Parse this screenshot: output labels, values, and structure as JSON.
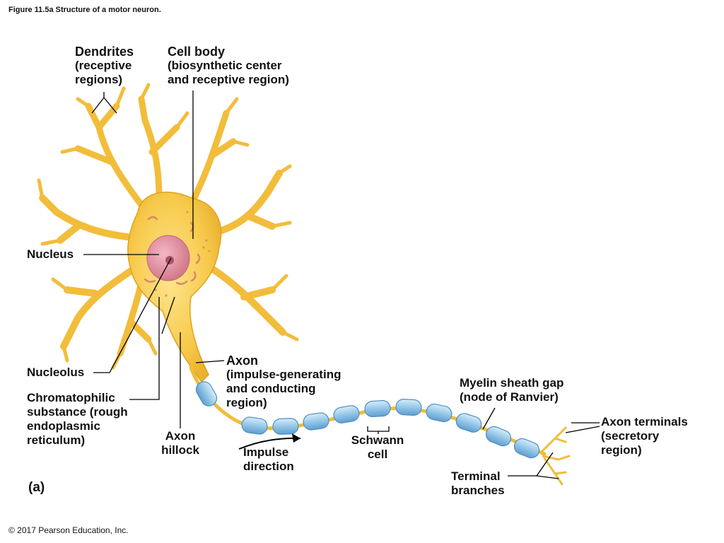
{
  "figure_title": "Figure 11.5a Structure of a motor neuron.",
  "copyright": "© 2017 Pearson Education, Inc.",
  "panel_label": "(a)",
  "labels": {
    "dendrites": {
      "title": "Dendrites",
      "line1": "(receptive",
      "line2": "regions)"
    },
    "cell_body": {
      "title": "Cell body",
      "line1": "(biosynthetic center",
      "line2": "and receptive region)"
    },
    "nucleus": "Nucleus",
    "nucleolus": "Nucleolus",
    "chromatophilic": {
      "line1": "Chromatophilic",
      "line2": "substance (rough",
      "line3": "endoplasmic",
      "line4": "reticulum)"
    },
    "axon_hillock": {
      "line1": "Axon",
      "line2": "hillock"
    },
    "axon": {
      "title": "Axon",
      "line1": "(impulse-generating",
      "line2": "and conducting",
      "line3": "region)"
    },
    "impulse": {
      "line1": "Impulse",
      "line2": "direction"
    },
    "schwann": {
      "line1": "Schwann",
      "line2": "cell"
    },
    "myelin_gap": {
      "line1": "Myelin sheath gap",
      "line2": "(node of Ranvier)"
    },
    "axon_terminals": {
      "title": "Axon terminals",
      "line1": "(secretory",
      "line2": "region)"
    },
    "terminal_branches": {
      "line1": "Terminal",
      "line2": "branches"
    }
  },
  "colors": {
    "cell": "#f7c94a",
    "cell_edge": "#e0a21d",
    "nucleus": "#d98a9a",
    "myelin": "#8fc3e6",
    "myelin_edge": "#4f8fc0",
    "leader_line": "#000000"
  }
}
